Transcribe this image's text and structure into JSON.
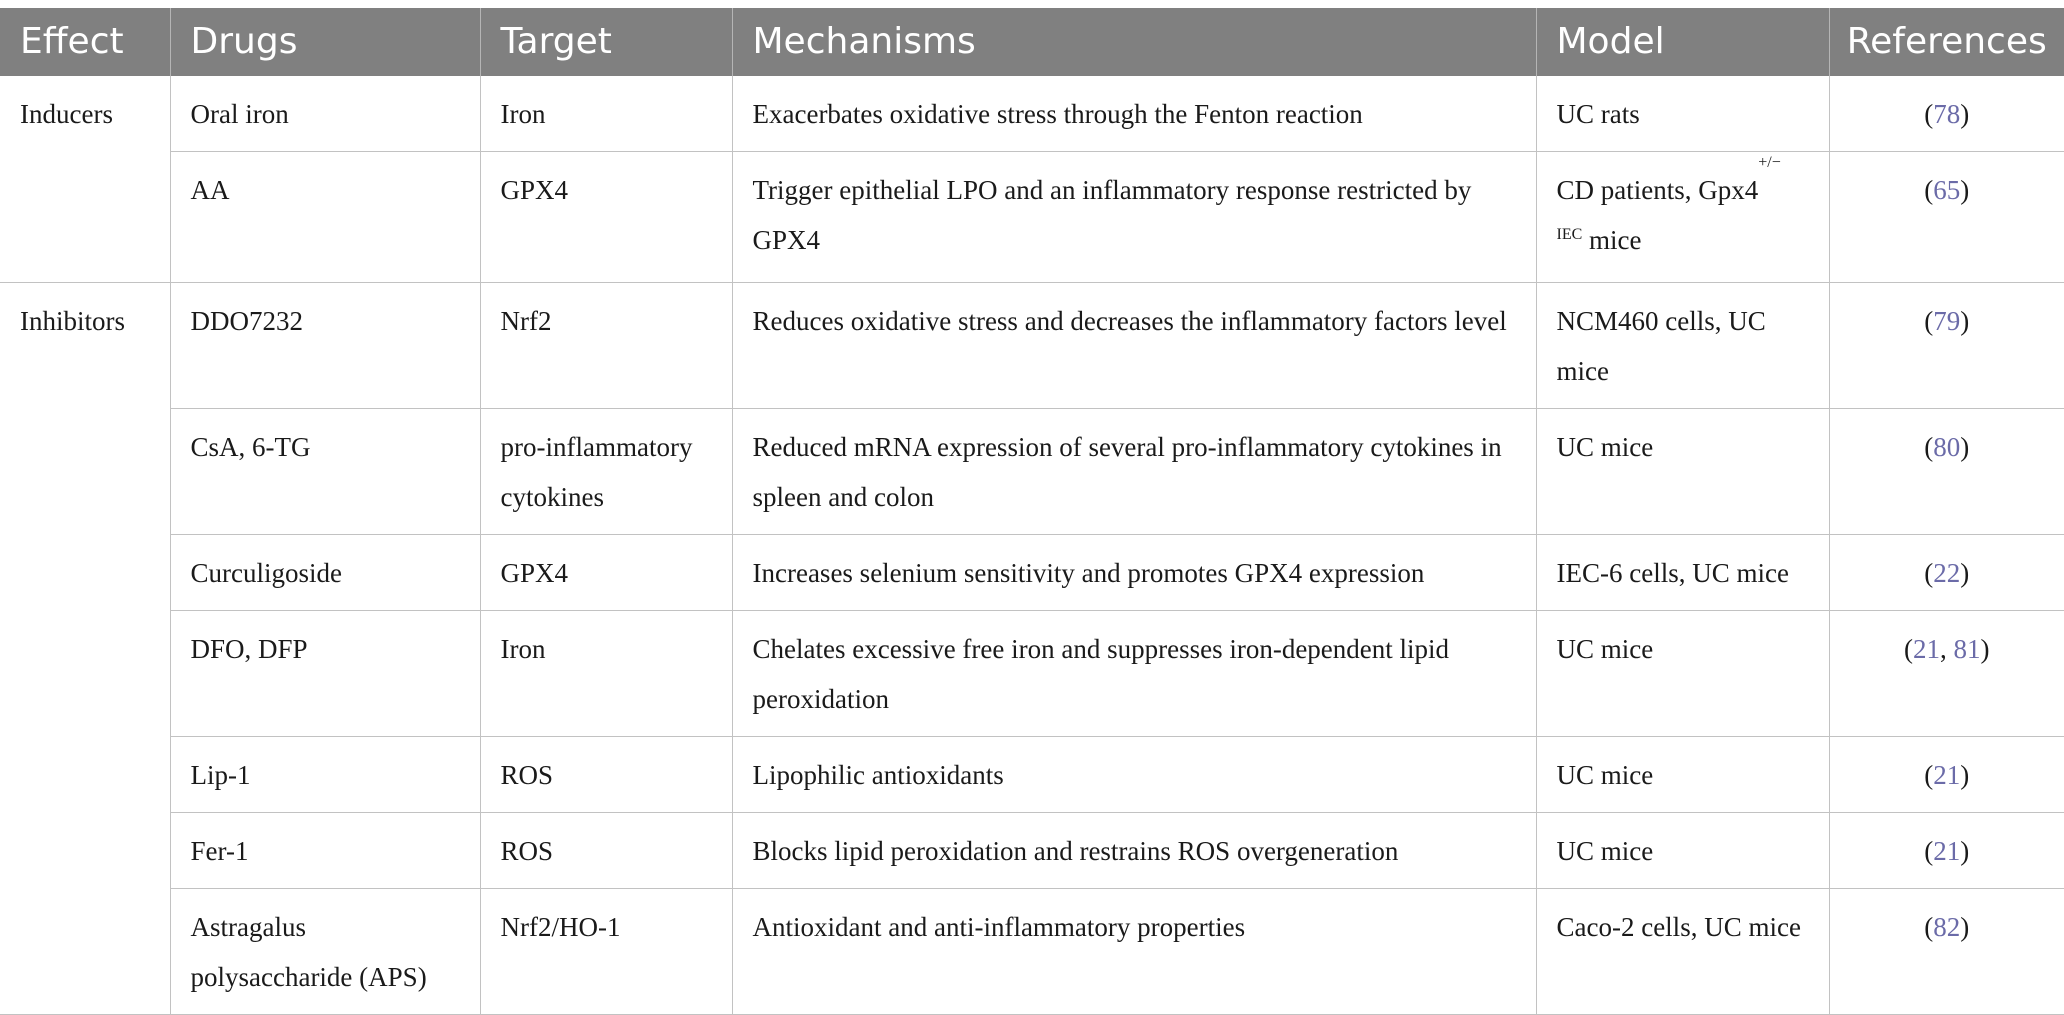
{
  "headers": [
    "Effect",
    "Drugs",
    "Target",
    "Mechanisms",
    "Model",
    "References"
  ],
  "groups": [
    {
      "effect": "Inducers",
      "rows": [
        {
          "drug": "Oral iron",
          "target": "Iron",
          "mechanism": "Exacerbates oxidative stress through the Fenton reaction",
          "model": "UC rats",
          "refs": [
            "78"
          ]
        },
        {
          "drug": "AA",
          "target": "GPX4",
          "mechanism": "Trigger epithelial LPO and an inflammatory response restricted by GPX4",
          "model_prefix": "CD patients, Gpx4",
          "model_sup": "+/−",
          "model_sub_line": "IEC",
          "model_suffix": " mice",
          "refs": [
            "65"
          ]
        }
      ]
    },
    {
      "effect": "Inhibitors",
      "rows": [
        {
          "drug": "DDO7232",
          "target": "Nrf2",
          "mechanism": "Reduces oxidative stress and decreases the inflammatory factors level",
          "model": "NCM460 cells, UC mice",
          "refs": [
            "79"
          ]
        },
        {
          "drug": "CsA, 6-TG",
          "target": "pro-inflammatory cytokines",
          "mechanism": "Reduced mRNA expression of several pro-inflammatory cytokines in spleen and colon",
          "model": "UC mice",
          "refs": [
            "80"
          ]
        },
        {
          "drug": "Curculigoside",
          "target": "GPX4",
          "mechanism": "Increases selenium sensitivity and promotes GPX4 expression",
          "model": "IEC-6 cells, UC mice",
          "refs": [
            "22"
          ]
        },
        {
          "drug": "DFO, DFP",
          "target": "Iron",
          "mechanism": "Chelates excessive free iron and suppresses iron-dependent lipid peroxidation",
          "model": "UC mice",
          "refs": [
            "21",
            "81"
          ]
        },
        {
          "drug": "Lip-1",
          "target": "ROS",
          "mechanism": "Lipophilic antioxidants",
          "model": "UC mice",
          "refs": [
            "21"
          ]
        },
        {
          "drug": "Fer-1",
          "target": "ROS",
          "mechanism": "Blocks lipid peroxidation and restrains ROS overgeneration",
          "model": "UC mice",
          "refs": [
            "21"
          ]
        },
        {
          "drug": "Astragalus polysaccharide (APS)",
          "target": "Nrf2/HO-1",
          "mechanism": "Antioxidant and anti-inflammatory properties",
          "model": "Caco-2 cells, UC mice",
          "refs": [
            "82"
          ]
        }
      ]
    }
  ],
  "colors": {
    "header_bg": "#808080",
    "header_text": "#ffffff",
    "ref_link": "#6b6ba8",
    "grid": "#c2c2c2"
  }
}
